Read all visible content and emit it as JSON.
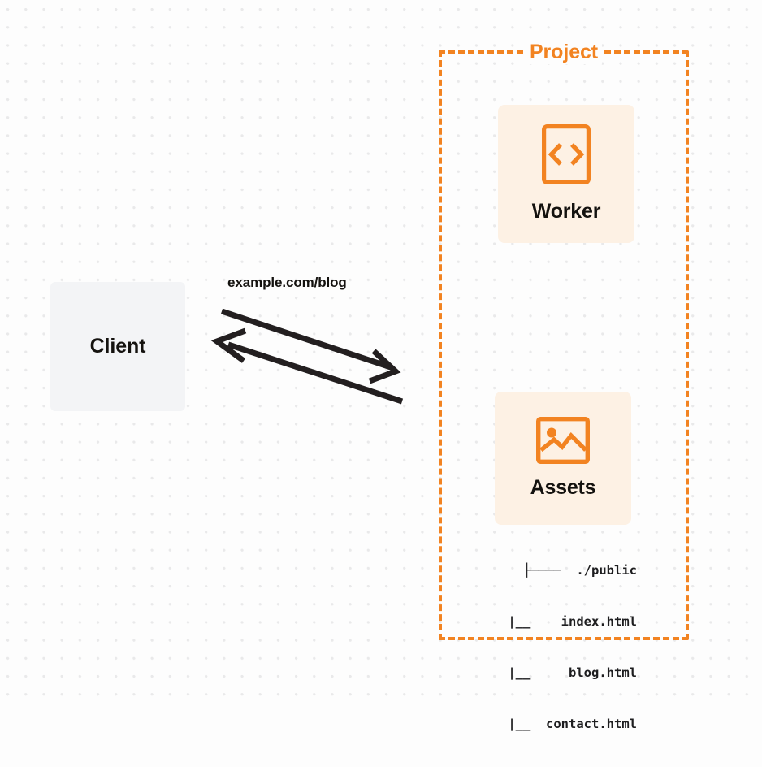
{
  "diagram": {
    "background": {
      "color": "#fdfdfd",
      "dot_color": "#e9e9ea",
      "pattern": "dot-grid"
    },
    "accent_color": "#f28321",
    "card_fill": "#fdf1e4",
    "client_fill": "#f3f4f6",
    "text_color": "#14120f",
    "client": {
      "label": "Client"
    },
    "project": {
      "title": "Project",
      "border_style": "dashed",
      "border_color": "#f28321"
    },
    "worker": {
      "label": "Worker",
      "icon": "code-brackets-icon"
    },
    "assets": {
      "label": "Assets",
      "icon": "image-icon",
      "file_tree": [
        "├────  ./public",
        "   |__    index.html",
        "   |__     blog.html",
        "   |__  contact.html"
      ]
    },
    "connection": {
      "label": "example.com/blog",
      "request_direction": "client-to-project",
      "response_direction": "project-to-client",
      "stroke_color": "#231f20"
    }
  }
}
